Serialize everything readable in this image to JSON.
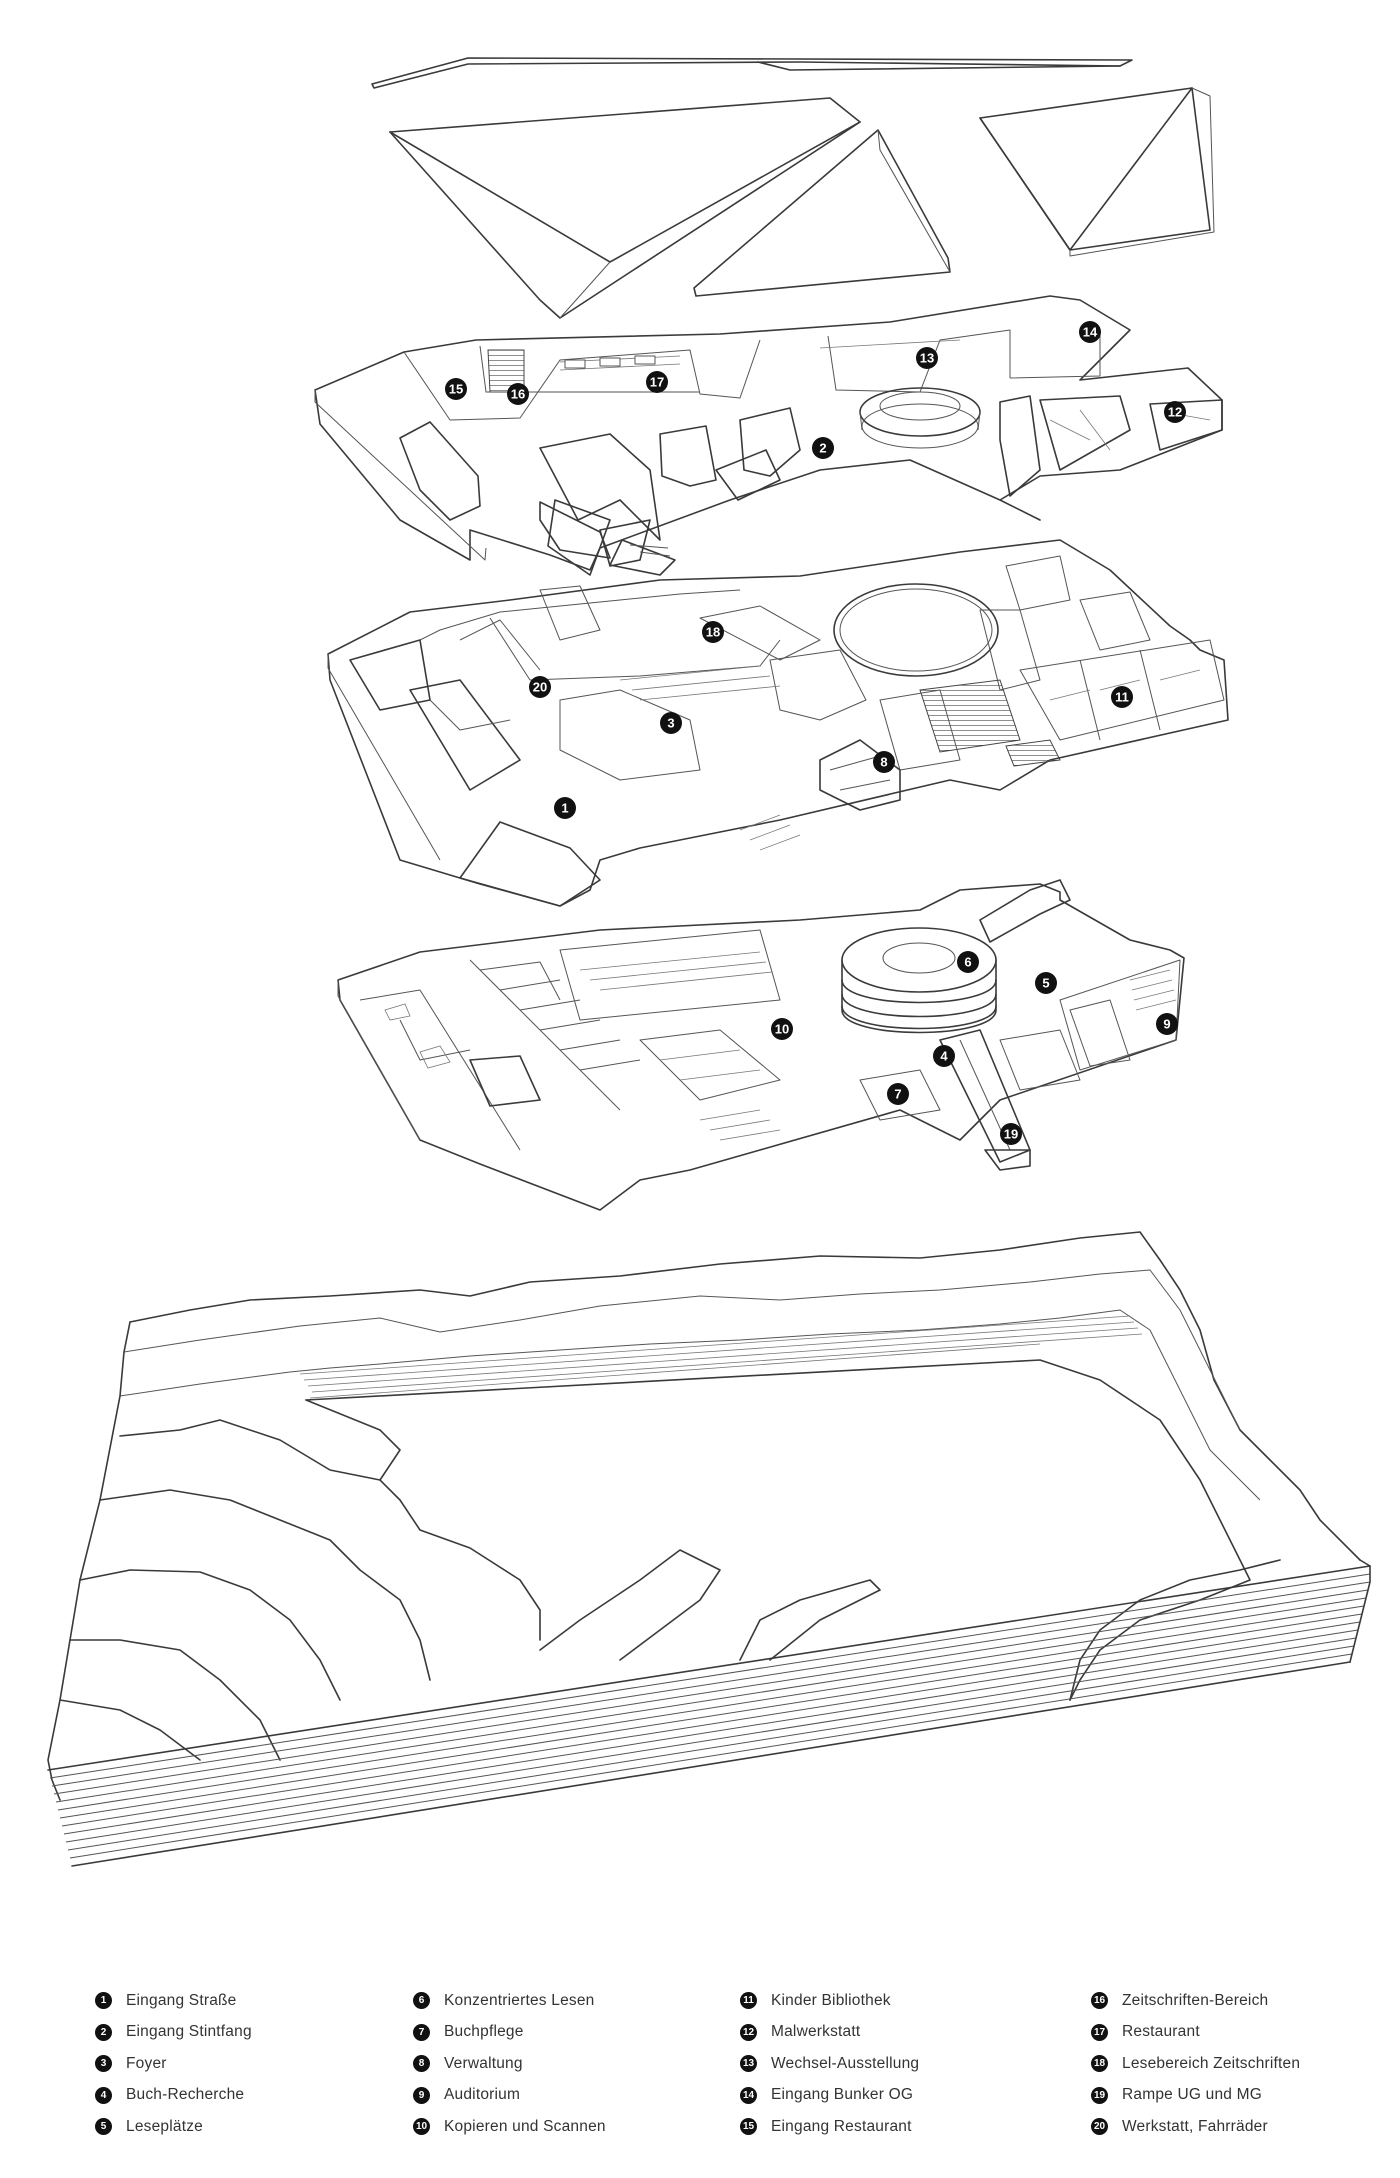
{
  "legend": {
    "items": [
      {
        "num": "1",
        "label": "Eingang Straße"
      },
      {
        "num": "2",
        "label": "Eingang Stintfang"
      },
      {
        "num": "3",
        "label": "Foyer"
      },
      {
        "num": "4",
        "label": "Buch-Recherche"
      },
      {
        "num": "5",
        "label": "Leseplätze"
      },
      {
        "num": "6",
        "label": "Konzentriertes Lesen"
      },
      {
        "num": "7",
        "label": "Buchpflege"
      },
      {
        "num": "8",
        "label": "Verwaltung"
      },
      {
        "num": "9",
        "label": "Auditorium"
      },
      {
        "num": "10",
        "label": "Kopieren und Scannen"
      },
      {
        "num": "11",
        "label": "Kinder Bibliothek"
      },
      {
        "num": "12",
        "label": "Malwerkstatt"
      },
      {
        "num": "13",
        "label": "Wechsel-Ausstellung"
      },
      {
        "num": "14",
        "label": "Eingang Bunker OG"
      },
      {
        "num": "15",
        "label": "Eingang Restaurant"
      },
      {
        "num": "16",
        "label": "Zeitschriften-Bereich"
      },
      {
        "num": "17",
        "label": "Restaurant"
      },
      {
        "num": "18",
        "label": "Lesebereich Zeitschriften"
      },
      {
        "num": "19",
        "label": "Rampe UG und MG"
      },
      {
        "num": "20",
        "label": "Werkstatt, Fahrräder"
      }
    ]
  },
  "markers": {
    "m1": "1",
    "m2": "2",
    "m3": "3",
    "m4": "4",
    "m5": "5",
    "m6": "6",
    "m7": "7",
    "m8": "8",
    "m9": "9",
    "m10": "10",
    "m11": "11",
    "m12": "12",
    "m13": "13",
    "m14": "14",
    "m15": "15",
    "m16": "16",
    "m17": "17",
    "m18": "18",
    "m19": "19",
    "m20": "20"
  }
}
